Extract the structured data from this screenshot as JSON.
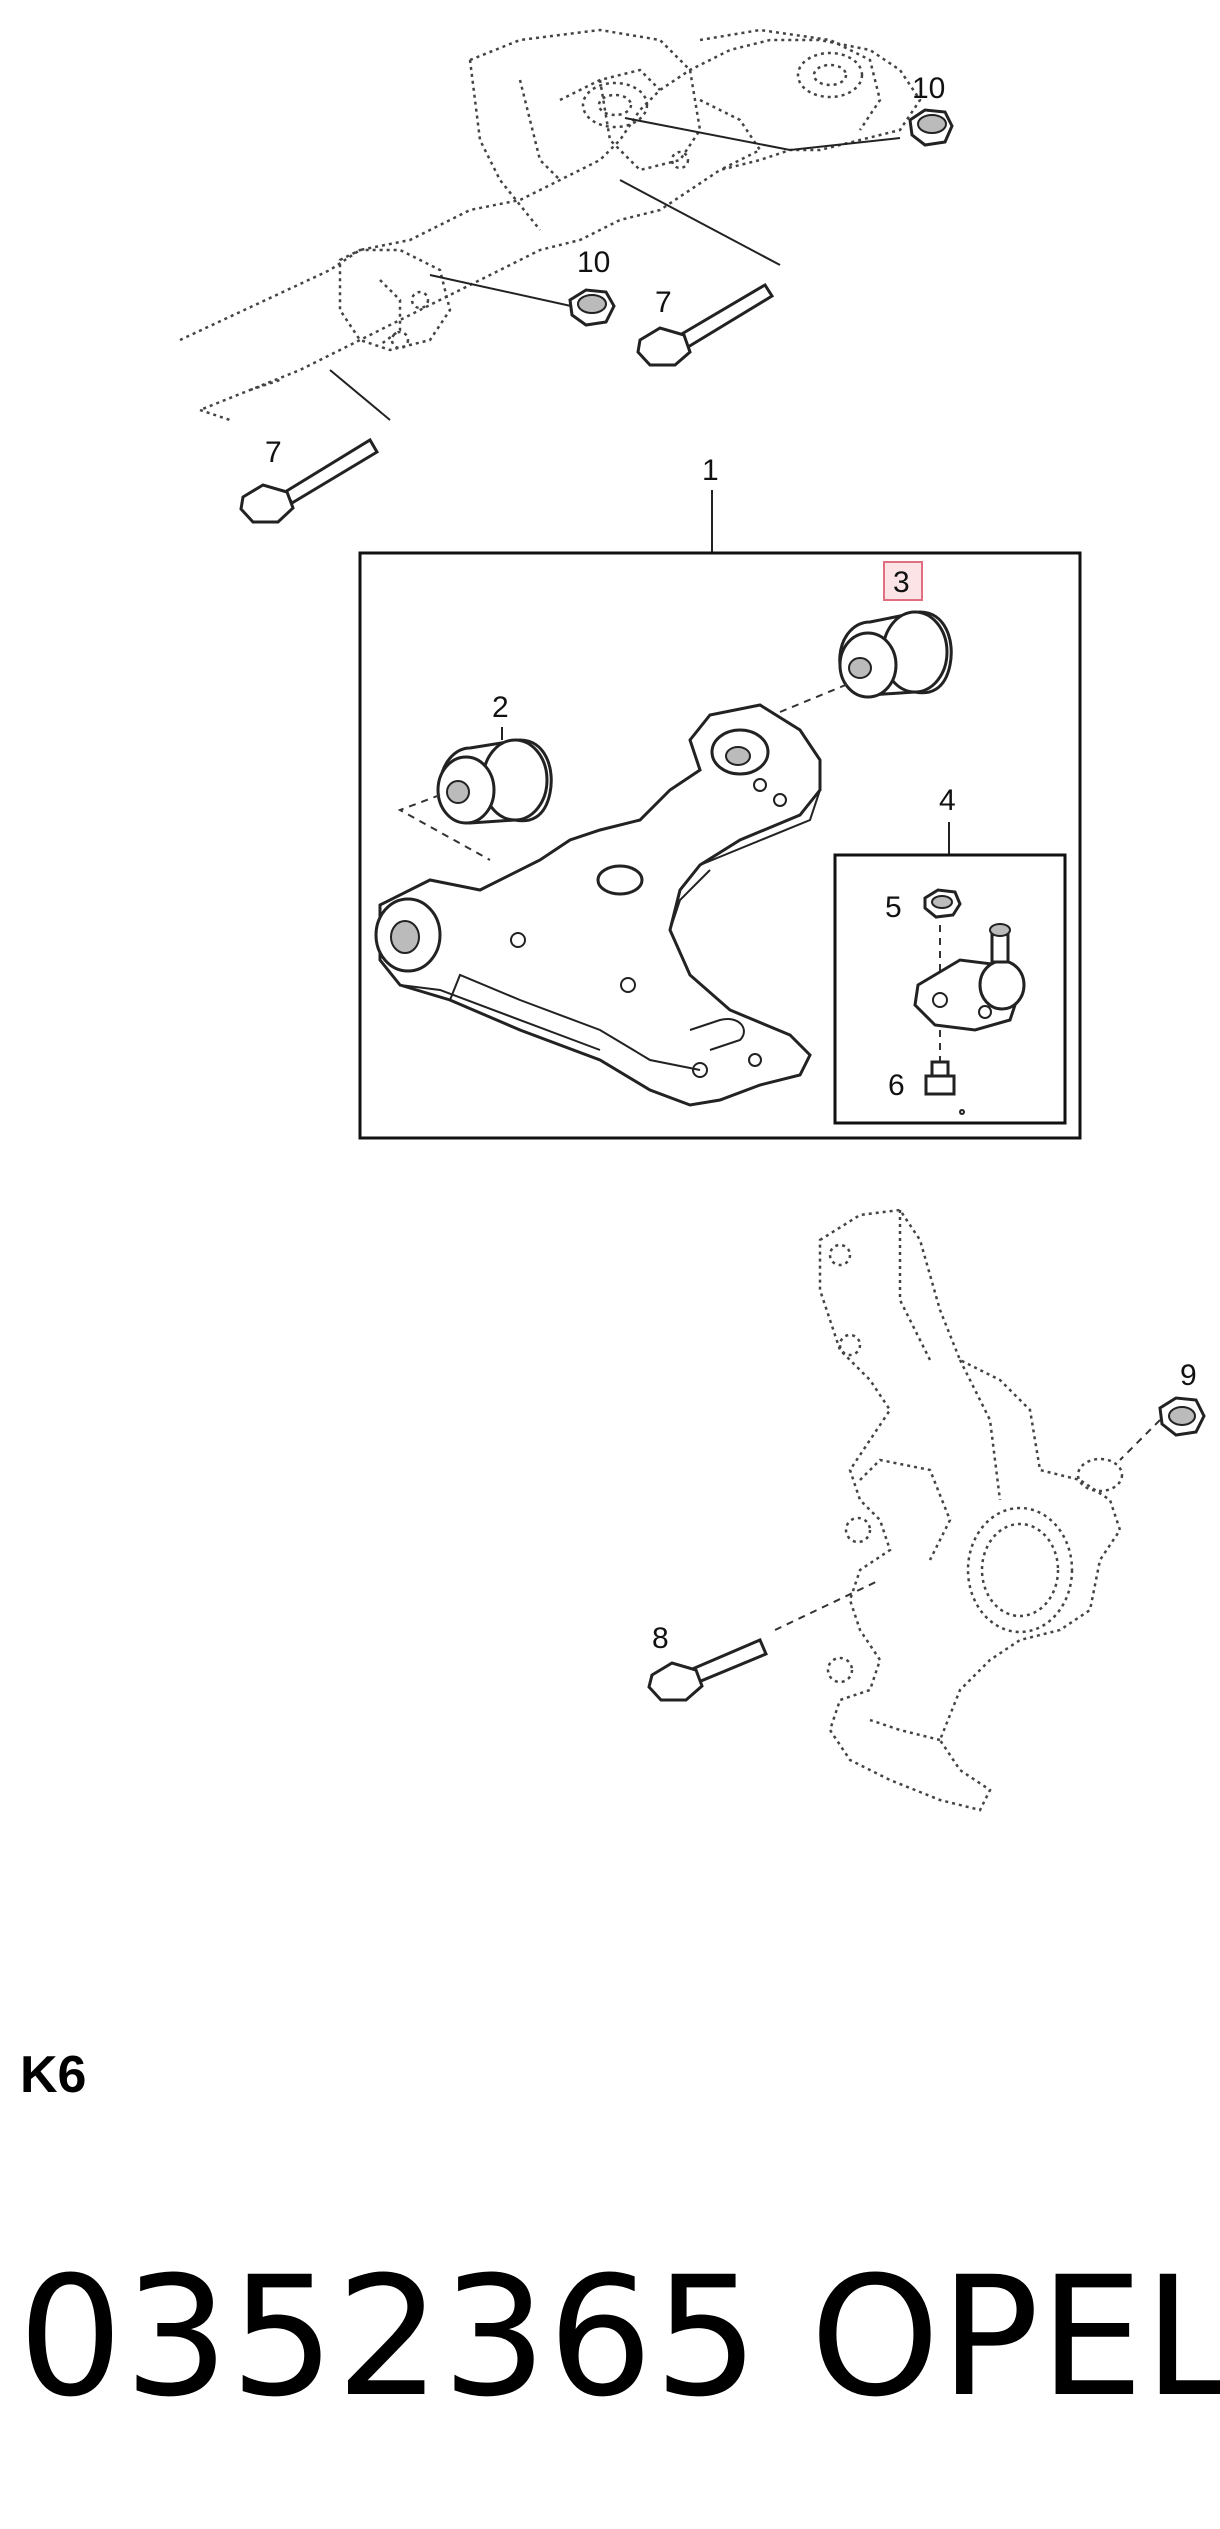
{
  "diagram": {
    "callouts": {
      "c1": "1",
      "c2": "2",
      "c3": "3",
      "c4": "4",
      "c5": "5",
      "c6": "6",
      "c7a": "7",
      "c7b": "7",
      "c8": "8",
      "c9": "9",
      "c10a": "10",
      "c10b": "10"
    },
    "highlighted_callout": "3",
    "highlight_color": "#e07080"
  },
  "footer": {
    "section_code": "K6",
    "part_number": "0352365",
    "brand": "OPEL"
  }
}
